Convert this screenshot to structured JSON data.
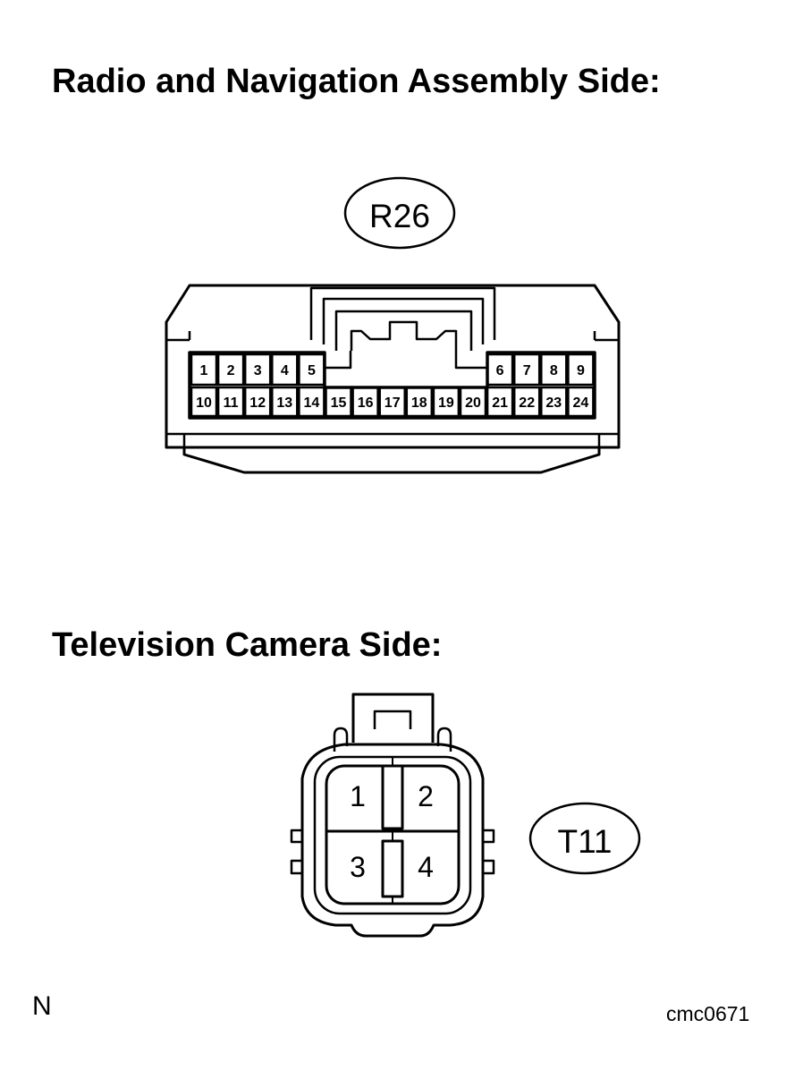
{
  "connectors": [
    {
      "title": "Radio and Navigation Assembly Side:",
      "code": "R26",
      "top_row": [
        "1",
        "2",
        "3",
        "4",
        "5",
        "6",
        "7",
        "8",
        "9"
      ],
      "bottom_row": [
        "10",
        "11",
        "12",
        "13",
        "14",
        "15",
        "16",
        "17",
        "18",
        "19",
        "20",
        "21",
        "22",
        "23",
        "24"
      ]
    },
    {
      "title": "Television Camera Side:",
      "code": "T11",
      "pins": [
        "1",
        "2",
        "3",
        "4"
      ]
    }
  ],
  "corner_mark": "N",
  "figure_id": "cmc0671"
}
